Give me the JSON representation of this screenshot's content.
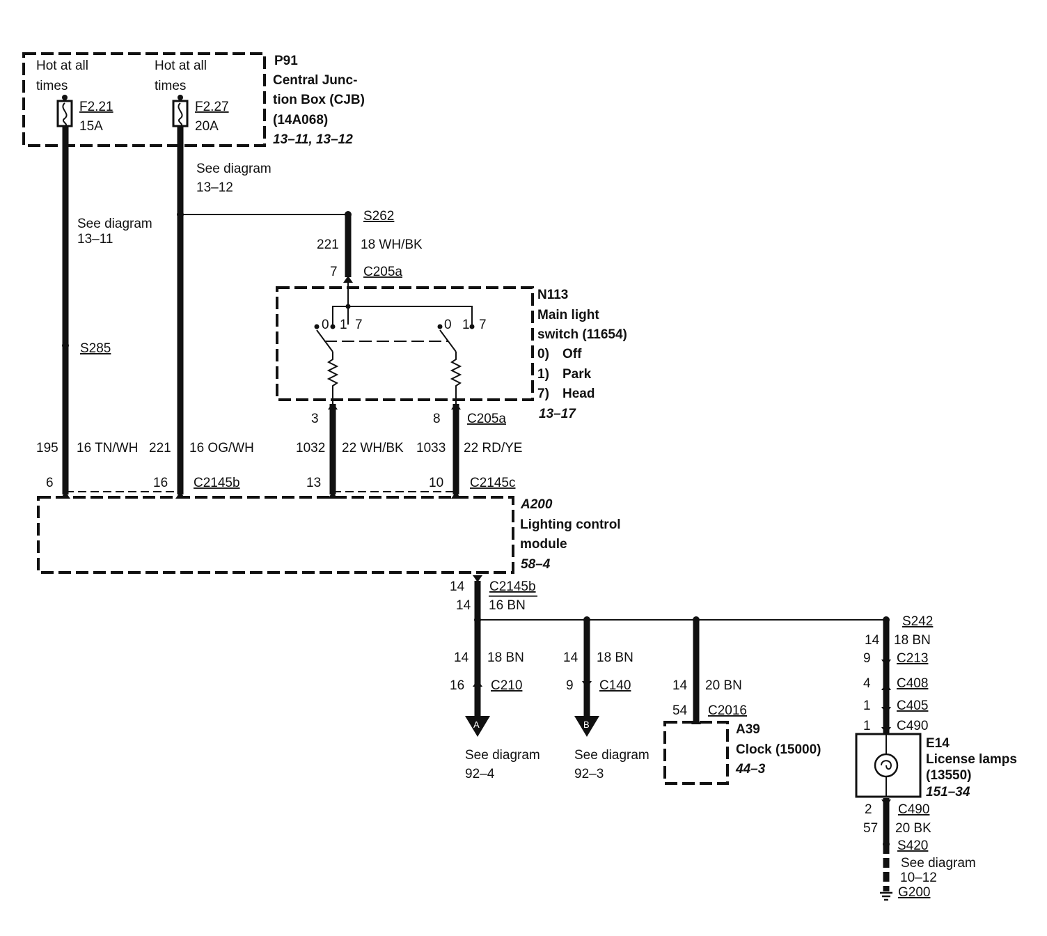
{
  "cjb": {
    "id": "P91",
    "name_l1": "Central Junc-",
    "name_l2": "tion Box (CJB)",
    "part": "(14A068)",
    "ref": "13–11, 13–12",
    "hot1_l1": "Hot at all",
    "hot1_l2": "times",
    "hot2_l1": "Hot at all",
    "hot2_l2": "times",
    "fuse1_id": "F2.21",
    "fuse1_amp": "15A",
    "fuse2_id": "F2.27",
    "fuse2_amp": "20A"
  },
  "see_13_12": {
    "l1": "See diagram",
    "l2": "13–12"
  },
  "see_13_11": {
    "l1": "See diagram",
    "l2": "13–11"
  },
  "splices": {
    "s262": "S262",
    "s285": "S285",
    "s242": "S242",
    "s420": "S420"
  },
  "wires": {
    "w221_top": {
      "circuit": "221",
      "gauge": "18 WH/BK"
    },
    "w195": {
      "circuit": "195",
      "gauge": "16 TN/WH"
    },
    "w221": {
      "circuit": "221",
      "gauge": "16 OG/WH"
    },
    "w1032": {
      "circuit": "1032",
      "gauge": "22 WH/BK"
    },
    "w1033": {
      "circuit": "1033",
      "gauge": "22 RD/YE"
    },
    "w14_out": {
      "circuit": "14",
      "gauge": "16 BN"
    },
    "w14_a": {
      "circuit": "14",
      "gauge": "18 BN"
    },
    "w14_b": {
      "circuit": "14",
      "gauge": "18 BN"
    },
    "w14_c": {
      "circuit": "14",
      "gauge": "20 BN"
    },
    "w14_d": {
      "circuit": "14",
      "gauge": "18 BN"
    },
    "w57": {
      "circuit": "57",
      "gauge": "20 BK"
    }
  },
  "connectors": {
    "c205a_top": {
      "name": "C205a",
      "pin": "7"
    },
    "c205a_bot": {
      "name": "C205a",
      "pin3": "3",
      "pin8": "8"
    },
    "c2145b_in": {
      "name": "C2145b",
      "pin6": "6",
      "pin16": "16"
    },
    "c2145c": {
      "name": "C2145c",
      "pin13": "13",
      "pin10": "10"
    },
    "c2145b_out": {
      "name": "C2145b",
      "pin": "14"
    },
    "c210": {
      "name": "C210",
      "pin": "16"
    },
    "c140": {
      "name": "C140",
      "pin": "9"
    },
    "c2016": {
      "name": "C2016",
      "pin": "54"
    },
    "c213": {
      "name": "C213",
      "pin": "9"
    },
    "c408": {
      "name": "C408",
      "pin": "4"
    },
    "c405": {
      "name": "C405",
      "pin": "1"
    },
    "c490_top": {
      "name": "C490",
      "pin": "1"
    },
    "c490_bot": {
      "name": "C490",
      "pin": "2"
    }
  },
  "switch": {
    "id": "N113",
    "name_l1": "Main light",
    "name_l2": "switch (11654)",
    "pos0_num": "0)",
    "pos0_label": "Off",
    "pos1_num": "1)",
    "pos1_label": "Park",
    "pos7_num": "7)",
    "pos7_label": "Head",
    "ref": "13–17",
    "contact_0": "0",
    "contact_1": "1",
    "contact_7": "7"
  },
  "lcm": {
    "id": "A200",
    "name_l1": "Lighting control",
    "name_l2": "module",
    "ref": "58–4"
  },
  "branch_a": {
    "letter": "A",
    "see_l1": "See diagram",
    "see_l2": "92–4"
  },
  "branch_b": {
    "letter": "B",
    "see_l1": "See diagram",
    "see_l2": "92–3"
  },
  "clock": {
    "id": "A39",
    "name": "Clock (15000)",
    "ref": "44–3"
  },
  "lamps": {
    "id": "E14",
    "name_l1": "License lamps",
    "name_l2": "(13550)",
    "ref": "151–34"
  },
  "ground": {
    "see_l1": "See diagram",
    "see_l2": "10–12",
    "id": "G200"
  }
}
